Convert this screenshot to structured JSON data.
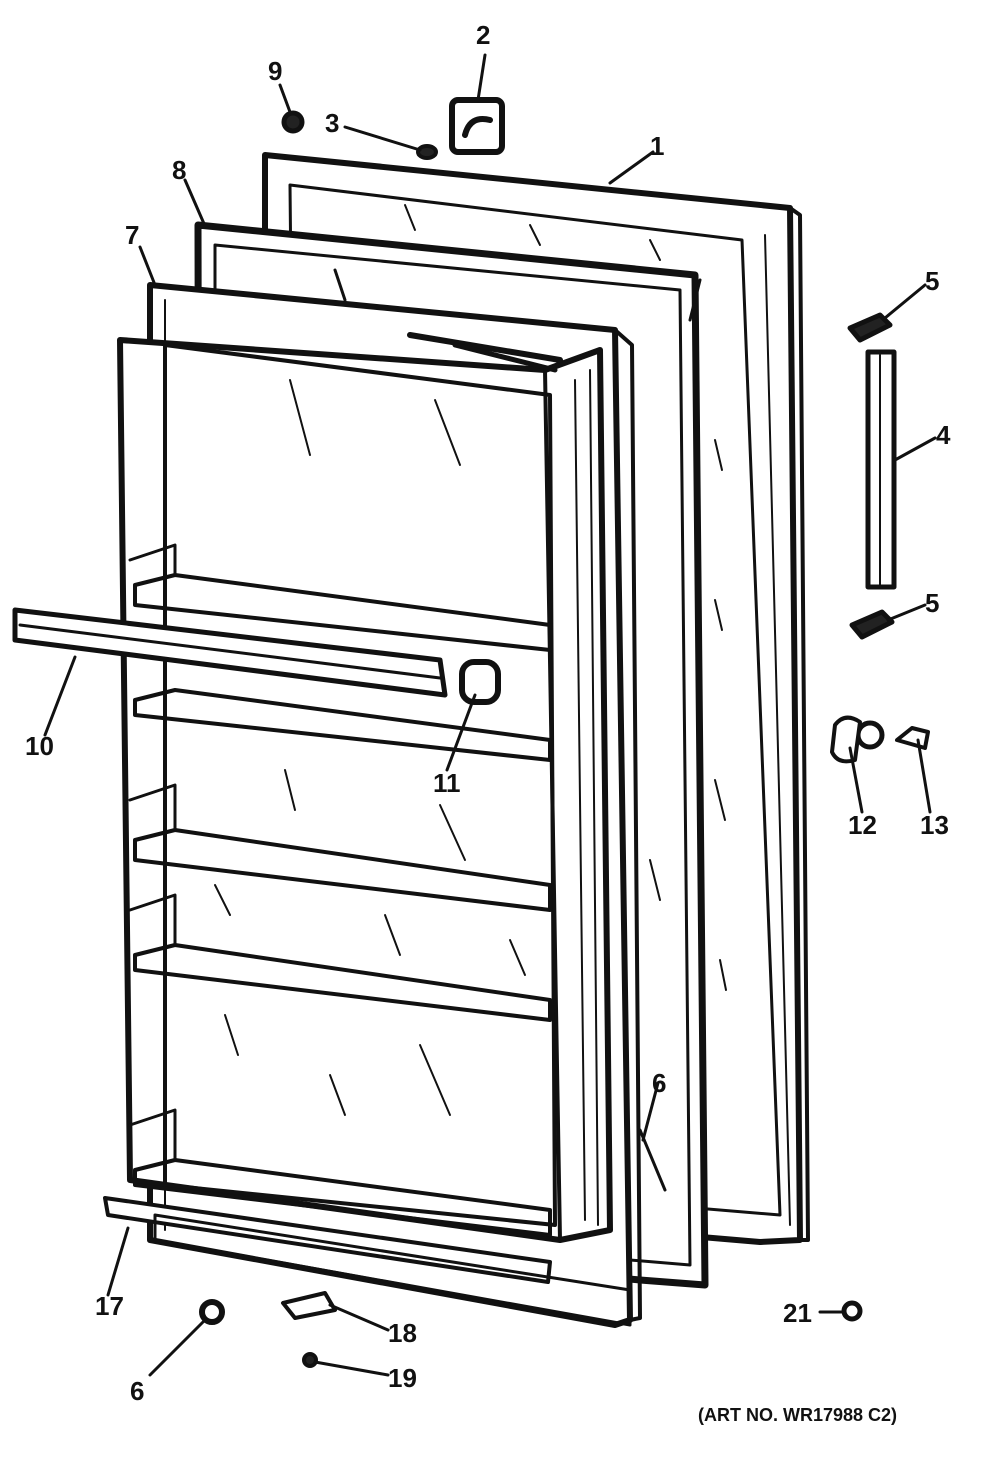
{
  "diagram": {
    "labels": [
      "1",
      "2",
      "3",
      "4",
      "5",
      "5",
      "6",
      "6",
      "7",
      "8",
      "9",
      "10",
      "11",
      "12",
      "13",
      "17",
      "18",
      "19",
      "21"
    ],
    "art_number": "(ART NO. WR17988 C2)",
    "line_color": "#111111",
    "background": "#ffffff"
  }
}
